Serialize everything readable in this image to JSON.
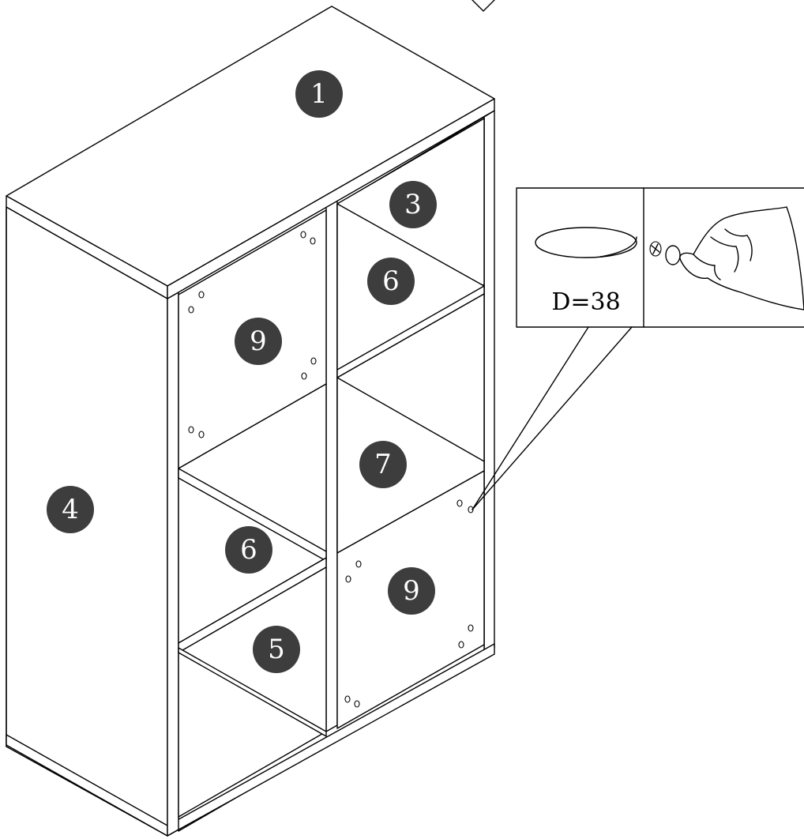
{
  "badges": [
    "1",
    "3",
    "6",
    "9",
    "4",
    "7",
    "6",
    "9",
    "5"
  ],
  "detail": {
    "cap_label": "D=38"
  }
}
